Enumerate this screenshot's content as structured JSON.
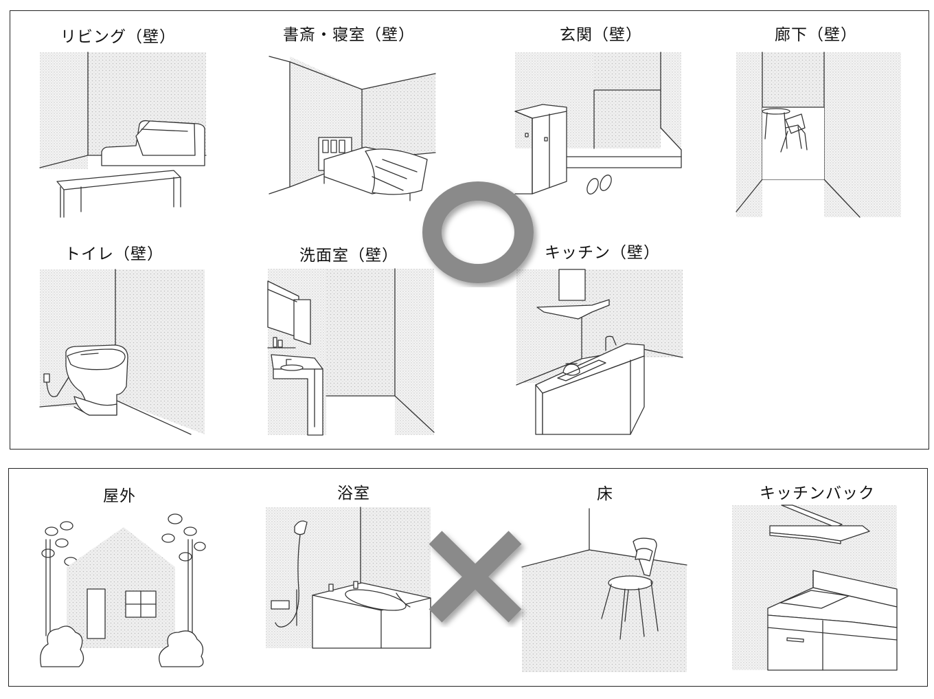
{
  "sections": {
    "suitable": {
      "mark": "circle",
      "items": [
        {
          "label": "リビング（壁）"
        },
        {
          "label": "書斎・寝室（壁）"
        },
        {
          "label": "玄関（壁）"
        },
        {
          "label": "廊下（壁）"
        },
        {
          "label": "トイレ（壁）"
        },
        {
          "label": "洗面室（壁）"
        },
        {
          "label": "キッチン（壁）"
        }
      ]
    },
    "unsuitable": {
      "mark": "cross",
      "items": [
        {
          "label": "屋外"
        },
        {
          "label": "浴室"
        },
        {
          "label": "床"
        },
        {
          "label": "キッチンバック"
        }
      ]
    }
  },
  "colors": {
    "mark": "#8a8a8a",
    "border": "#222222",
    "wall_texture": "#dcdcdc"
  }
}
